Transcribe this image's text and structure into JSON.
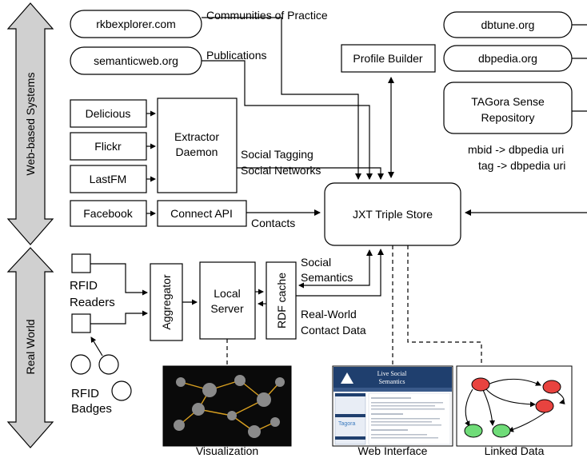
{
  "bands": {
    "web": "Web-based Systems",
    "real": "Real World"
  },
  "nodes": {
    "rkbexplorer": "rkbexplorer.com",
    "semanticweb": "semanticweb.org",
    "delicious": "Delicious",
    "flickr": "Flickr",
    "lastfm": "LastFM",
    "facebook": "Facebook",
    "extractor_line1": "Extractor",
    "extractor_line2": "Daemon",
    "connect_api": "Connect API",
    "profile_builder": "Profile Builder",
    "dbtune": "dbtune.org",
    "dbpedia": "dbpedia.org",
    "tagora_line1": "TAGora Sense",
    "tagora_line2": "Repository",
    "triple_store": "JXT Triple Store",
    "aggregator": "Aggregator",
    "local_server_line1": "Local",
    "local_server_line2": "Server",
    "rdf_cache": "RDF cache"
  },
  "edge_labels": {
    "communities": "Communities of Practice",
    "publications": "Publications",
    "social_tagging": "Social Tagging",
    "social_networks": "Social Networks",
    "contacts": "Contacts",
    "mbid": "mbid -> dbpedia uri",
    "tag": "tag -> dbpedia uri",
    "social_sem_line1": "Social",
    "social_sem_line2": "Semantics",
    "realworld_line1": "Real-World",
    "realworld_line2": "Contact Data"
  },
  "devices": {
    "rfid_readers_line1": "RFID",
    "rfid_readers_line2": "Readers",
    "rfid_badges_line1": "RFID",
    "rfid_badges_line2": "Badges"
  },
  "panels": {
    "visualization": "Visualization",
    "web_interface": "Web Interface",
    "linked_data": "Linked Data"
  },
  "web_interface_screenshot": {
    "title_line1": "Live Social",
    "title_line2": "Semantics",
    "sponsor": "Tagora"
  }
}
